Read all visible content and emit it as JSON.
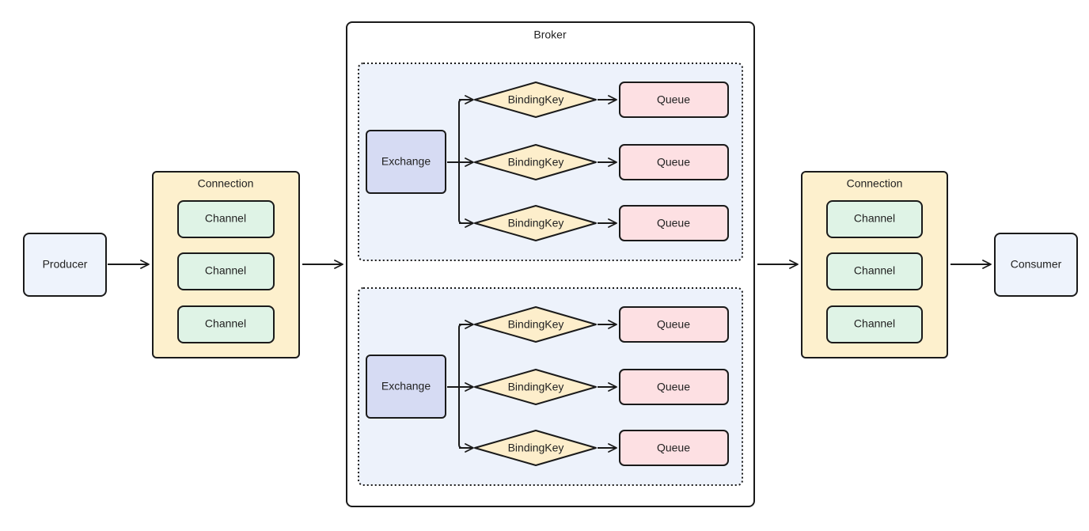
{
  "producer": {
    "label": "Producer"
  },
  "consumer": {
    "label": "Consumer"
  },
  "broker": {
    "title": "Broker",
    "groups": [
      {
        "exchange": "Exchange",
        "routes": [
          {
            "binding": "BindingKey",
            "queue": "Queue"
          },
          {
            "binding": "BindingKey",
            "queue": "Queue"
          },
          {
            "binding": "BindingKey",
            "queue": "Queue"
          }
        ]
      },
      {
        "exchange": "Exchange",
        "routes": [
          {
            "binding": "BindingKey",
            "queue": "Queue"
          },
          {
            "binding": "BindingKey",
            "queue": "Queue"
          },
          {
            "binding": "BindingKey",
            "queue": "Queue"
          }
        ]
      }
    ]
  },
  "producer_connection": {
    "title": "Connection",
    "channels": [
      "Channel",
      "Channel",
      "Channel"
    ]
  },
  "consumer_connection": {
    "title": "Connection",
    "channels": [
      "Channel",
      "Channel",
      "Channel"
    ]
  },
  "colors": {
    "endpoint_fill": "#eef3fc",
    "connection_fill": "#fdf0cd",
    "channel_fill": "#dff3e6",
    "group_fill": "#edf2fb",
    "exchange_fill": "#d6dbf3",
    "binding_fill": "#fdeecb",
    "queue_fill": "#fde0e3",
    "stroke": "#1a1a1a"
  }
}
